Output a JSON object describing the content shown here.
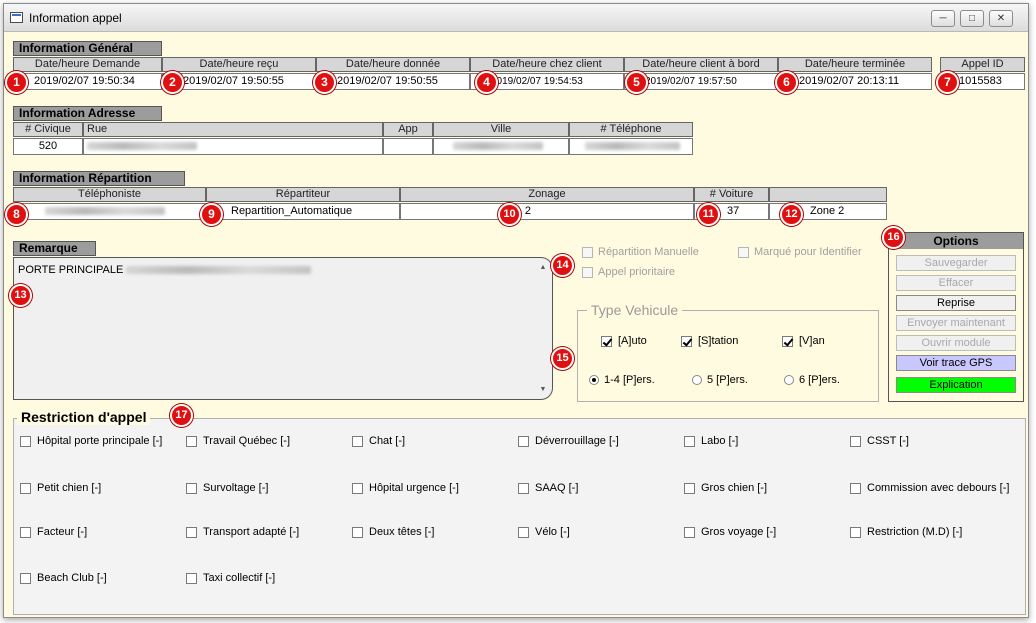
{
  "window": {
    "title": "Information appel"
  },
  "general": {
    "section": "Information Général",
    "headers": [
      "Date/heure Demande",
      "Date/heure reçu",
      "Date/heure donnée",
      "Date/heure chez client",
      "Date/heure client à bord",
      "Date/heure terminée",
      "Appel ID"
    ],
    "values": [
      "2019/02/07 19:50:34",
      "2019/02/07 19:50:55",
      "2019/02/07 19:50:55",
      "2019/02/07 19:54:53",
      "2019/02/07 19:57:50",
      "2019/02/07 20:13:11",
      "1015583"
    ]
  },
  "address": {
    "section": "Information Adresse",
    "headers": [
      "# Civique",
      "Rue",
      "App",
      "Ville",
      "# Téléphone"
    ],
    "civique": "520",
    "app": ""
  },
  "dispatch": {
    "section": "Information Répartition",
    "headers": [
      "Téléphoniste",
      "Répartiteur",
      "Zonage",
      "# Voiture"
    ],
    "repartiteur": "Repartition_Automatique",
    "zonage": "5 - 2",
    "voiture": "37",
    "zone": "Zone 2"
  },
  "remark": {
    "section": "Remarque",
    "text": "PORTE PRINCIPALE"
  },
  "flags": {
    "repartition_manuelle": "Répartition Manuelle",
    "appel_prioritaire": "Appel prioritaire",
    "marque_identifier": "Marqué pour Identifier"
  },
  "vehicle_type": {
    "title": "Type Vehicule",
    "checks": [
      "[A]uto",
      "[S]tation",
      "[V]an"
    ],
    "radios": [
      "1-4 [P]ers.",
      "5 [P]ers.",
      "6 [P]ers."
    ]
  },
  "options": {
    "title": "Options",
    "buttons": [
      "Sauvegarder",
      "Effacer",
      "Reprise",
      "Envoyer maintenant",
      "Ouvrir module",
      "Voir trace GPS",
      "Explication"
    ]
  },
  "restriction": {
    "title": "Restriction d'appel",
    "items": [
      "Hôpital porte principale [-]",
      "Travail Québec [-]",
      "Chat [-]",
      "Déverrouillage [-]",
      "Labo [-]",
      "CSST [-]",
      "Petit chien [-]",
      "Survoltage [-]",
      "Hôpital urgence [-]",
      "SAAQ [-]",
      "Gros chien [-]",
      "Commission avec debours [-]",
      "Facteur [-]",
      "Transport adapté [-]",
      "Deux têtes [-]",
      "Vélo [-]",
      "Gros voyage [-]",
      "Restriction (M.D) [-]",
      "Beach Club [-]",
      "Taxi collectif [-]"
    ]
  },
  "badges": [
    "1",
    "2",
    "3",
    "4",
    "5",
    "6",
    "7",
    "8",
    "9",
    "10",
    "11",
    "12",
    "13",
    "14",
    "15",
    "16",
    "17"
  ],
  "colors": {
    "window_bg": "#fffbe0",
    "badge": "#e01010",
    "gps_button": "#c8c8ff",
    "explication_button": "#00ff00",
    "section_header": "#9c9c9c"
  }
}
